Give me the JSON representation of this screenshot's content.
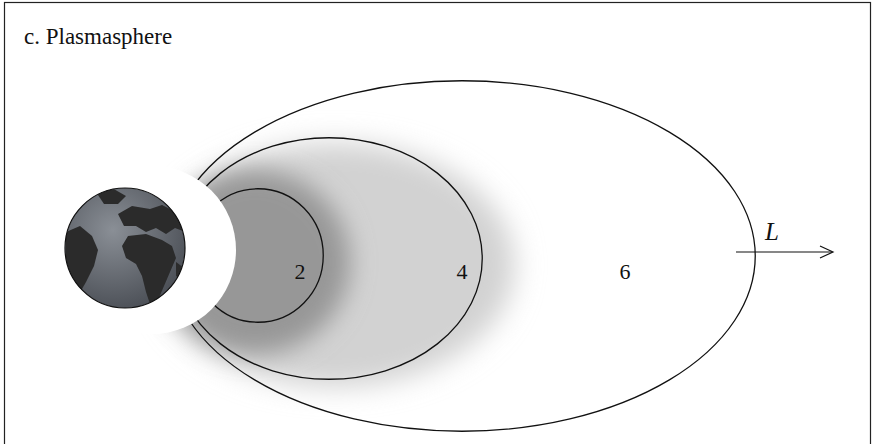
{
  "diagram": {
    "title": "c. Plasmasphere",
    "nodes": [
      {
        "text": [
          "6"
        ]
      },
      {
        "text": [
          "4"
        ],
        "in": 0
      },
      {
        "text": [
          "2"
        ],
        "in": 1
      }
    ],
    "labels": [
      "L"
    ]
  }
}
